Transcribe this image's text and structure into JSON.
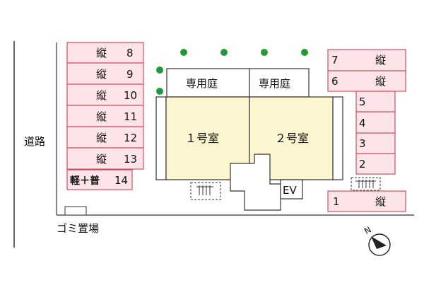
{
  "road": {
    "label": "道路"
  },
  "garbage": {
    "label": "ゴミ置場"
  },
  "parking_left": [
    {
      "type": "縦",
      "number": "8"
    },
    {
      "type": "縦",
      "number": "9"
    },
    {
      "type": "縦",
      "number": "10"
    },
    {
      "type": "縦",
      "number": "11"
    },
    {
      "type": "縦",
      "number": "12"
    },
    {
      "type": "縦",
      "number": "13"
    }
  ],
  "parking_kei": {
    "type": "軽＋普",
    "number": "14"
  },
  "parking_right_top": [
    {
      "number": "7",
      "type": "縦"
    },
    {
      "number": "6",
      "type": "縦"
    }
  ],
  "parking_right_small": [
    "5",
    "4",
    "3",
    "2"
  ],
  "parking_right_bottom": {
    "number": "1",
    "type": "縦"
  },
  "gardens": [
    "専用庭",
    "専用庭"
  ],
  "rooms": [
    "１号室",
    "２号室"
  ],
  "elevator": {
    "label": "EV"
  },
  "compass": {
    "label": "N"
  },
  "colors": {
    "parking_fill": "#fde4e8",
    "parking_stroke": "#d24f62",
    "room_fill": "#fbf6cf",
    "tree": "#1f9b35",
    "line": "#333333"
  }
}
